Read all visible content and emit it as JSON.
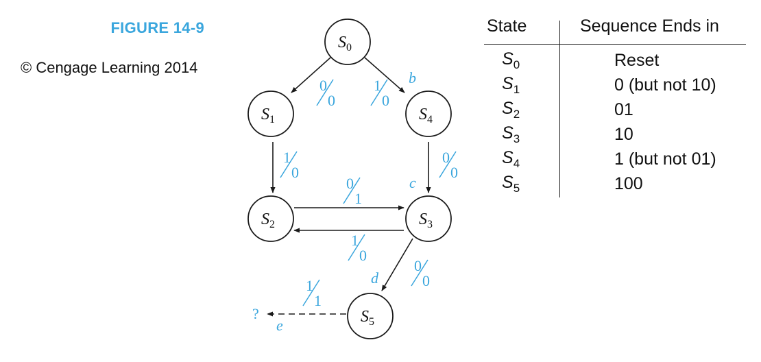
{
  "figure": {
    "label": "FIGURE 14-9",
    "copyright": "© Cengage Learning 2014"
  },
  "diagram": {
    "states": [
      {
        "id": "S0",
        "letter": "S",
        "sub": "0"
      },
      {
        "id": "S1",
        "letter": "S",
        "sub": "1"
      },
      {
        "id": "S4",
        "letter": "S",
        "sub": "4"
      },
      {
        "id": "S2",
        "letter": "S",
        "sub": "2"
      },
      {
        "id": "S3",
        "letter": "S",
        "sub": "3"
      },
      {
        "id": "S5",
        "letter": "S",
        "sub": "5"
      }
    ],
    "transitions": [
      {
        "from": "S0",
        "to": "S1",
        "input": "0",
        "output": "0"
      },
      {
        "from": "S0",
        "to": "S4",
        "input": "1",
        "output": "0"
      },
      {
        "from": "S1",
        "to": "S2",
        "input": "1",
        "output": "0"
      },
      {
        "from": "S4",
        "to": "S3",
        "input": "0",
        "output": "0"
      },
      {
        "from": "S2",
        "to": "S3",
        "input": "0",
        "output": "1"
      },
      {
        "from": "S3",
        "to": "S2",
        "input": "1",
        "output": "0"
      },
      {
        "from": "S3",
        "to": "S5",
        "input": "0",
        "output": "0"
      },
      {
        "from": "S5",
        "to": "?",
        "input": "1",
        "output": "1",
        "dashed": true
      }
    ],
    "annotations": {
      "b": "b",
      "c": "c",
      "d": "d",
      "e": "e",
      "unknown": "?"
    },
    "colors": {
      "accent": "#3aa6dd",
      "line": "#1a1a1a"
    }
  },
  "table": {
    "headers": {
      "state": "State",
      "sequence": "Sequence Ends in"
    },
    "rows": [
      {
        "state_letter": "S",
        "state_sub": "0",
        "sequence": "Reset"
      },
      {
        "state_letter": "S",
        "state_sub": "1",
        "sequence": "0 (but not 10)"
      },
      {
        "state_letter": "S",
        "state_sub": "2",
        "sequence": "01"
      },
      {
        "state_letter": "S",
        "state_sub": "3",
        "sequence": "10"
      },
      {
        "state_letter": "S",
        "state_sub": "4",
        "sequence": "1 (but not 01)"
      },
      {
        "state_letter": "S",
        "state_sub": "5",
        "sequence": "100"
      }
    ]
  }
}
